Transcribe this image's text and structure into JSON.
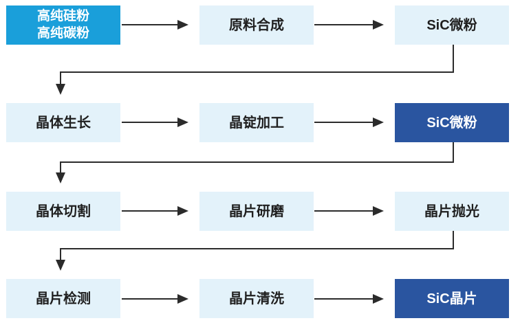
{
  "diagram": {
    "description_colors": {
      "start_box": "#1a9fda",
      "process_box": "#e3f2fa",
      "milestone_box": "#2a55a0",
      "arrow": "#2b2b2b",
      "text_on_light": "#1f1f1f",
      "text_on_color": "#ffffff"
    },
    "nodes": {
      "raw_materials": {
        "label": "高纯硅粉\n高纯碳粉",
        "style": "cyan"
      },
      "synthesis": {
        "label": "原料合成",
        "style": "light"
      },
      "sic_powder_1": {
        "label": "SiC微粉",
        "style": "light"
      },
      "crystal_growth": {
        "label": "晶体生长",
        "style": "light"
      },
      "ingot_processing": {
        "label": "晶锭加工",
        "style": "light"
      },
      "sic_powder_2": {
        "label": "SiC微粉",
        "style": "dark"
      },
      "crystal_cutting": {
        "label": "晶体切割",
        "style": "light"
      },
      "wafer_grinding": {
        "label": "晶片研磨",
        "style": "light"
      },
      "wafer_polishing": {
        "label": "晶片抛光",
        "style": "light"
      },
      "wafer_inspection": {
        "label": "晶片检测",
        "style": "light"
      },
      "wafer_cleaning": {
        "label": "晶片清洗",
        "style": "light"
      },
      "sic_wafer": {
        "label": "SiC晶片",
        "style": "dark"
      }
    },
    "edges": [
      {
        "from": "raw_materials",
        "to": "synthesis"
      },
      {
        "from": "synthesis",
        "to": "sic_powder_1"
      },
      {
        "from": "sic_powder_1",
        "to": "crystal_growth"
      },
      {
        "from": "crystal_growth",
        "to": "ingot_processing"
      },
      {
        "from": "ingot_processing",
        "to": "sic_powder_2"
      },
      {
        "from": "sic_powder_2",
        "to": "crystal_cutting"
      },
      {
        "from": "crystal_cutting",
        "to": "wafer_grinding"
      },
      {
        "from": "wafer_grinding",
        "to": "wafer_polishing"
      },
      {
        "from": "wafer_polishing",
        "to": "wafer_inspection"
      },
      {
        "from": "wafer_inspection",
        "to": "wafer_cleaning"
      },
      {
        "from": "wafer_cleaning",
        "to": "sic_wafer"
      }
    ]
  }
}
